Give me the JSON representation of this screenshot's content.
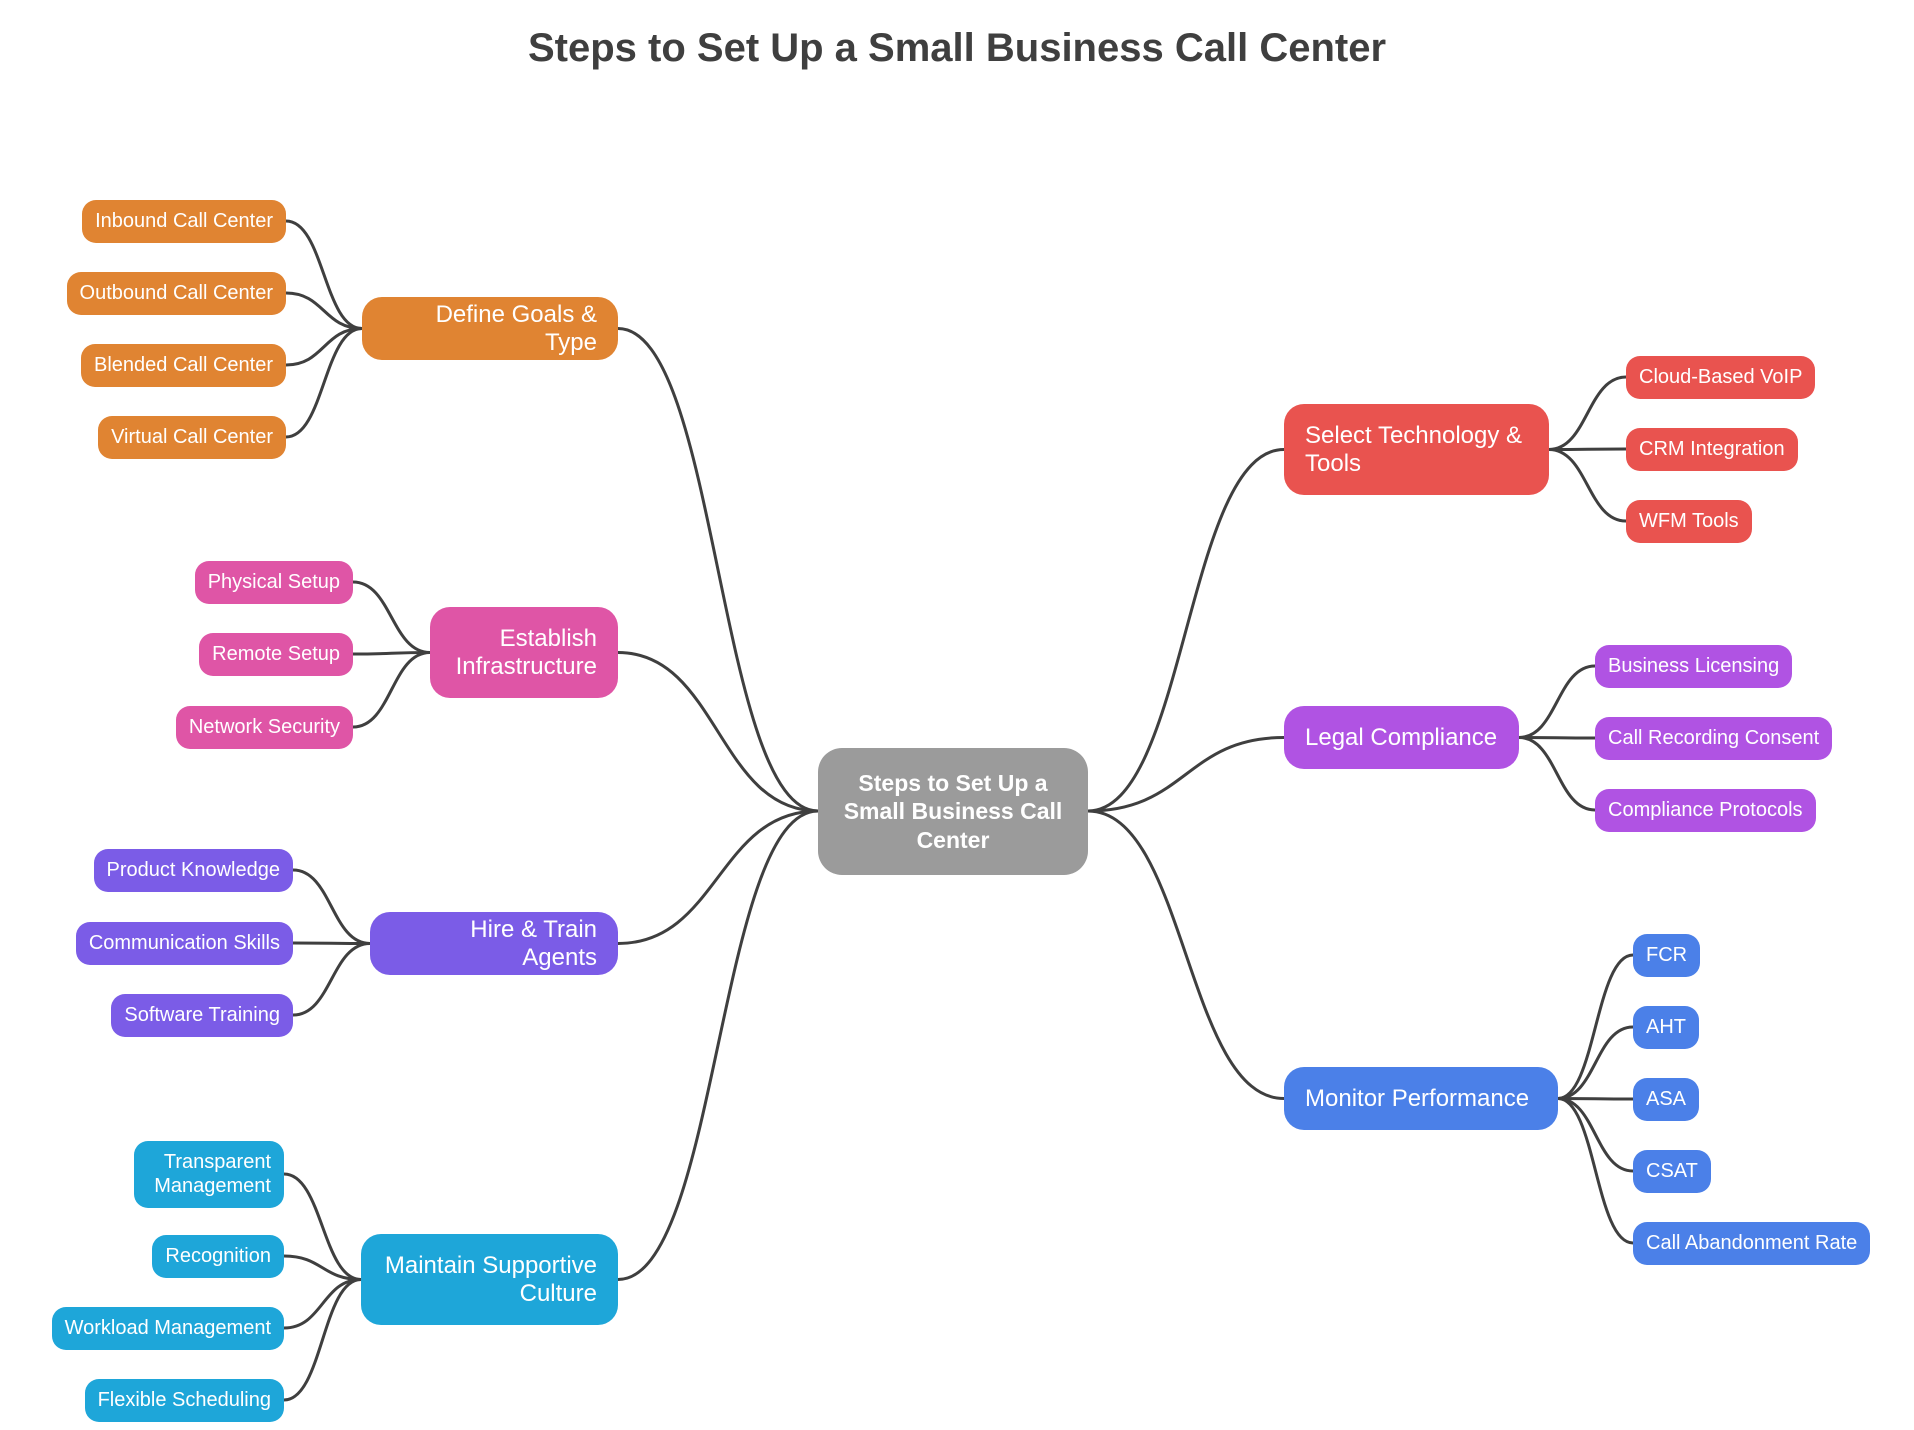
{
  "title": "Steps to Set Up a Small Business Call Center",
  "colors": {
    "line": "#3f3f3f",
    "center": "#9b9b9b",
    "orange": "#e08432",
    "pink": "#df55a6",
    "purple": "#7b5ce7",
    "teal": "#1ea6d9",
    "red": "#e9534f",
    "violet": "#b053e3",
    "blue": "#4b80e8"
  },
  "center": {
    "label": "Steps to Set Up a Small Business Call Center"
  },
  "branches": [
    {
      "id": "goals",
      "label": "Define Goals & Type",
      "color": "orange",
      "children": [
        "Inbound Call Center",
        "Outbound Call Center",
        "Blended Call Center",
        "Virtual Call Center"
      ]
    },
    {
      "id": "infrastructure",
      "label": "Establish Infrastructure",
      "color": "pink",
      "children": [
        "Physical Setup",
        "Remote Setup",
        "Network Security"
      ]
    },
    {
      "id": "agents",
      "label": "Hire & Train Agents",
      "color": "purple",
      "children": [
        "Product Knowledge",
        "Communication Skills",
        "Software Training"
      ]
    },
    {
      "id": "culture",
      "label": "Maintain Supportive Culture",
      "color": "teal",
      "children": [
        "Transparent Management",
        "Recognition",
        "Workload Management",
        "Flexible Scheduling"
      ]
    },
    {
      "id": "technology",
      "label": "Select Technology & Tools",
      "color": "red",
      "children": [
        "Cloud-Based VoIP",
        "CRM Integration",
        "WFM Tools"
      ]
    },
    {
      "id": "legal",
      "label": "Legal Compliance",
      "color": "violet",
      "children": [
        "Business Licensing",
        "Call Recording Consent",
        "Compliance Protocols"
      ]
    },
    {
      "id": "performance",
      "label": "Monitor Performance",
      "color": "blue",
      "children": [
        "FCR",
        "AHT",
        "ASA",
        "CSAT",
        "Call Abandonment Rate"
      ]
    }
  ]
}
